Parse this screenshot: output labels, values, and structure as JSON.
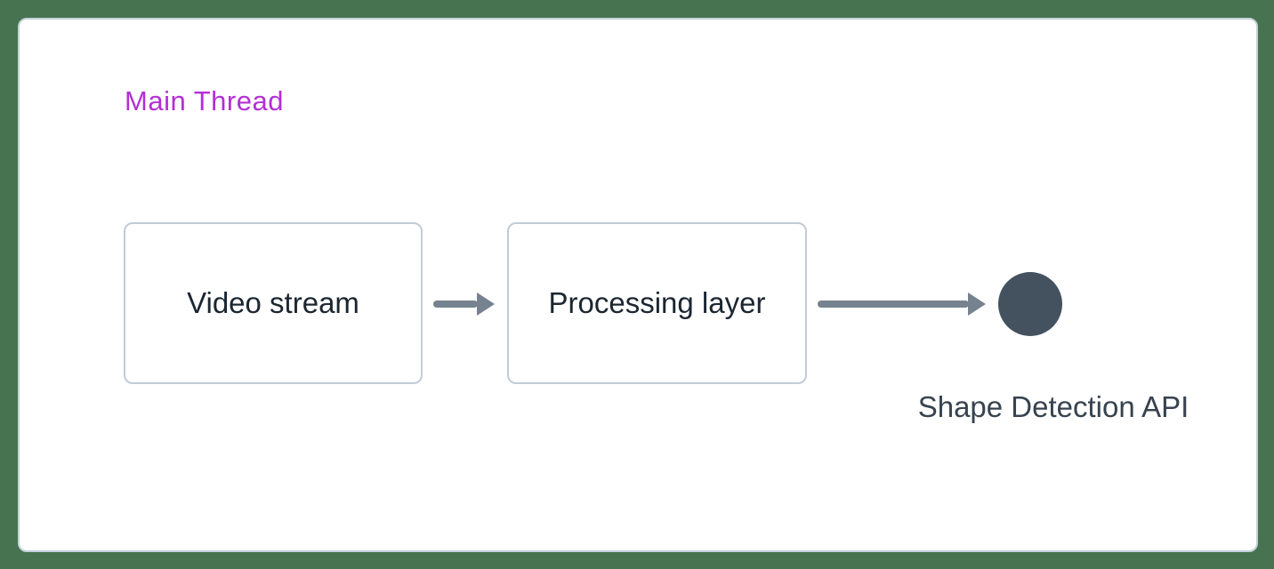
{
  "diagram": {
    "lane_label": "Main Thread",
    "nodes": [
      {
        "id": "video-stream",
        "label": "Video stream"
      },
      {
        "id": "processing-layer",
        "label": "Processing layer"
      }
    ],
    "connectors": [
      {
        "from": "video-stream",
        "to": "processing-layer",
        "icon": "arrow-right-icon"
      },
      {
        "from": "processing-layer",
        "to": "shape-detection-api",
        "icon": "arrow-right-icon"
      }
    ],
    "endpoint": {
      "id": "shape-detection-api",
      "icon": "filled-circle-icon",
      "label": "Shape Detection API"
    },
    "colors": {
      "page_background": "#487350",
      "card_background": "#ffffff",
      "card_border": "#c5d1da",
      "lane_label_text": "#b32fd6",
      "node_border": "#c2ccd6",
      "node_text": "#1b2631",
      "arrow": "#76828f",
      "endpoint_circle": "#44525f",
      "endpoint_label_text": "#37434f"
    }
  }
}
